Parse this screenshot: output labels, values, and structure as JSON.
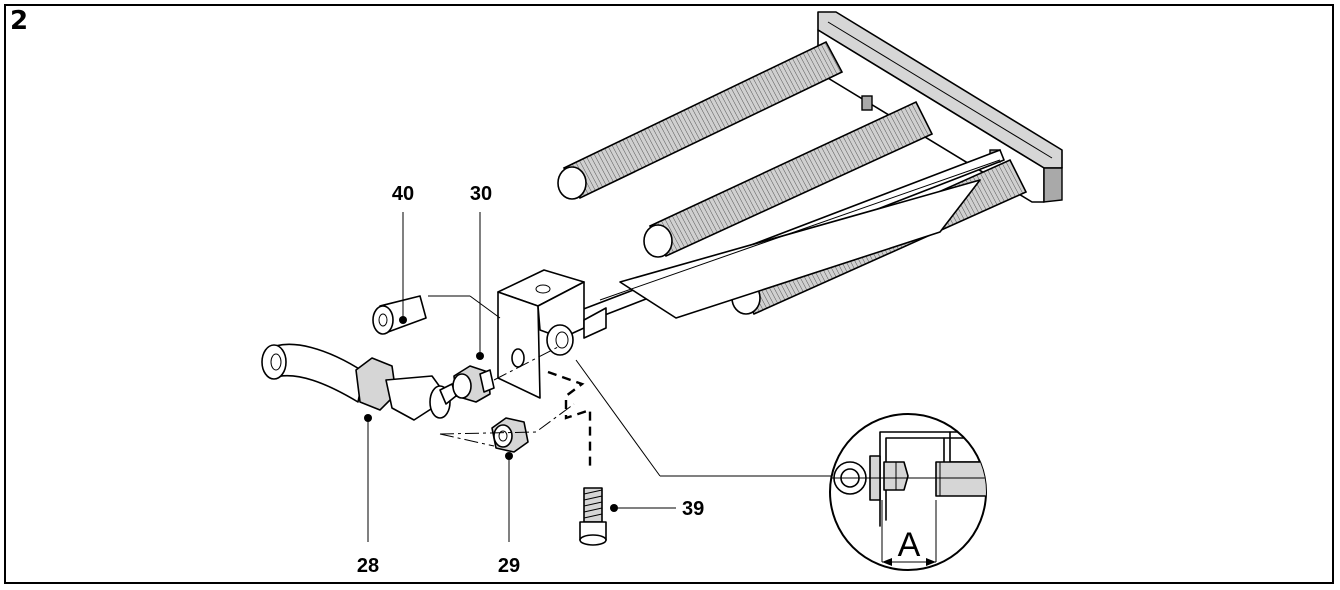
{
  "figure": {
    "number": "2"
  },
  "callouts": {
    "c40": "40",
    "c30": "30",
    "c28": "28",
    "c29": "29",
    "c39": "39"
  },
  "detail": {
    "dimension_label": "A"
  }
}
